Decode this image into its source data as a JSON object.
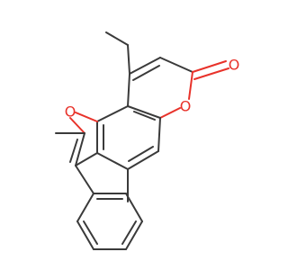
{
  "molecule": {
    "atoms": {
      "ring_oxygen": "O",
      "furan_oxygen": "O",
      "carbonyl_oxygen": "O"
    },
    "colors": {
      "bond": "#3a3a3a",
      "oxygen": "#e8322a",
      "background": "#ffffff"
    }
  }
}
